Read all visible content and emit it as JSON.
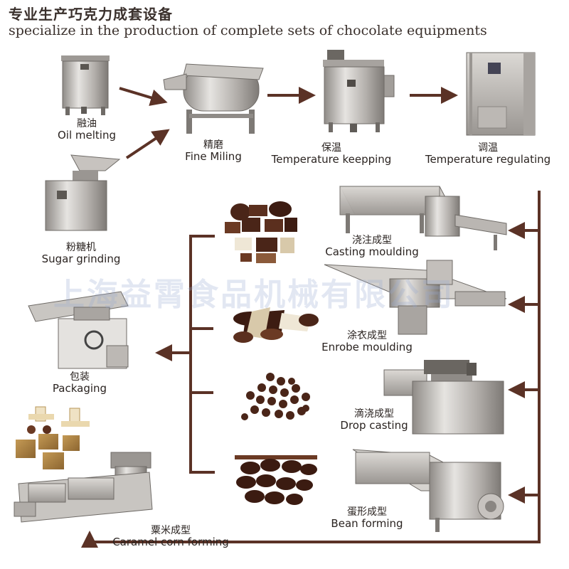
{
  "header": {
    "title_cn": "专业生产巧克力成套设备",
    "title_en": "specialize in the production  of complete sets of chocolate equipments"
  },
  "steps": {
    "oil_melting": {
      "cn": "融油",
      "en": "Oil melting"
    },
    "fine_milling": {
      "cn": "精磨",
      "en": "Fine Miling"
    },
    "temperature_keeping": {
      "cn": "保温",
      "en": "Temperature keepping"
    },
    "temperature_regulating": {
      "cn": "调温",
      "en": "Temperature regulating"
    },
    "sugar_grinding": {
      "cn": "粉糖机",
      "en": "Sugar grinding"
    },
    "casting_moulding": {
      "cn": "浇注成型",
      "en": "Casting moulding"
    },
    "enrobe_moulding": {
      "cn": "涂衣成型",
      "en": "Enrobe moulding"
    },
    "drop_casting": {
      "cn": "滴浇成型",
      "en": "Drop casting"
    },
    "bean_forming": {
      "cn": "蛋形成型",
      "en": "Bean forming"
    },
    "packaging": {
      "cn": "包装",
      "en": "Packaging"
    },
    "caramel_corn_forming": {
      "cn": "粟米成型",
      "en": "Caramel corn forming"
    }
  },
  "watermark": "上海益霄食品机械有限公司",
  "colors": {
    "arrow": "#5b3226",
    "steel": "#b9b6b2",
    "steel_dark": "#8c8884",
    "chocolate": "#4a2518"
  }
}
